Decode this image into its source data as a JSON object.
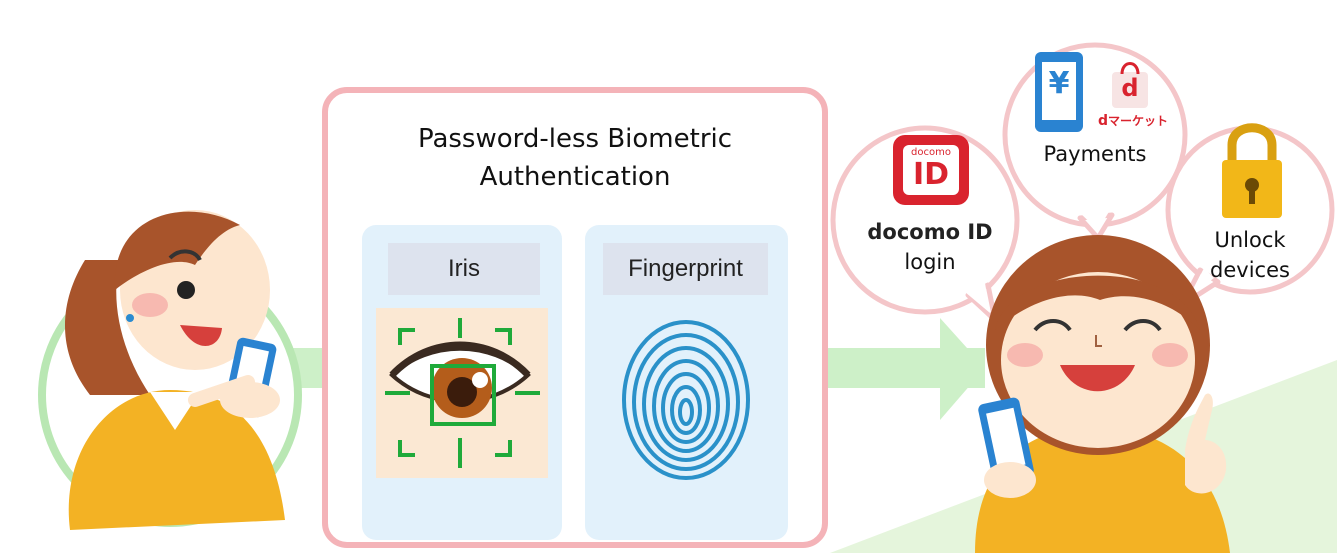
{
  "center_box": {
    "title_line1": "Password-less Biometric",
    "title_line2": "Authentication"
  },
  "methods": [
    {
      "label": "Iris",
      "icon": "eye-scan-icon"
    },
    {
      "label": "Fingerprint",
      "icon": "fingerprint-icon"
    }
  ],
  "bubbles": {
    "docomo_id": {
      "logo_small": "docomo",
      "logo_big": "ID",
      "brand": "docomo ID",
      "caption": "login",
      "icon": "docomo-id-logo"
    },
    "payments": {
      "caption": "Payments",
      "yen": "¥",
      "dmarket_d": "d",
      "dmarket_text": "マーケット",
      "icon": "dmarket-logo"
    },
    "unlock": {
      "line1": "Unlock",
      "line2": "devices",
      "icon": "padlock-icon"
    }
  },
  "colors": {
    "box_border": "#f4b3b8",
    "panel_bg": "#e2f1fb",
    "arrow": "#cdf0c8",
    "circle": "#b9e7b3",
    "scan": "#1faa3a",
    "lock": "#f2b718",
    "docomo_red": "#d9232e",
    "jacket": "#f3b224"
  }
}
